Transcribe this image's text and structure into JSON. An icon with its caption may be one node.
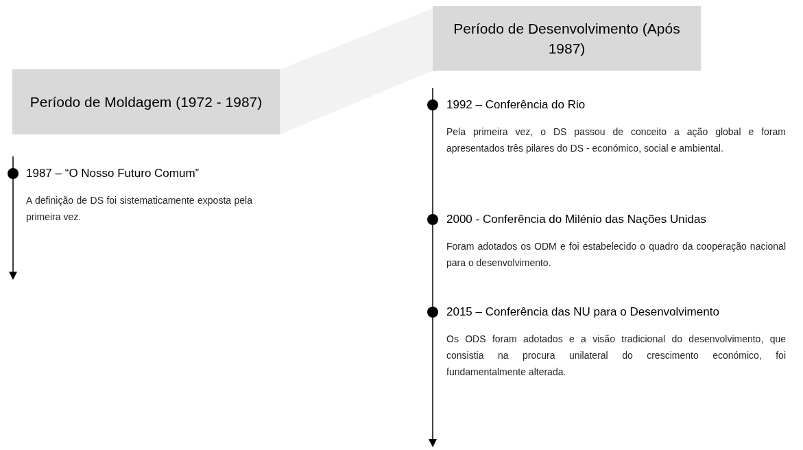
{
  "diagram": {
    "nodes": [
      {
        "text": [
          "Período de Moldagem (1972 - 1987)"
        ]
      },
      {
        "text": [
          "1987 – “O Nosso Futuro Comum”",
          "A definição de DS foi sistematicamente exposta pela primeira vez."
        ]
      },
      {
        "text": [
          "Período de Desenvolvimento (Após 1987)"
        ]
      },
      {
        "text": [
          "1992 – Conferência do Rio",
          "Pela primeira vez, o DS passou de conceito a ação global e foram apresentados três pilares do DS - económico, social e ambiental."
        ]
      },
      {
        "text": [
          "2000 - Conferência do Milénio das Nações Unidas",
          "Foram adotados os ODM e foi estabelecido o quadro da cooperação nacional para o desenvolvimento."
        ]
      },
      {
        "text": [
          "2015 – Conferência das NU para o Desenvolvimento",
          "Os ODS foram adotados e a visão tradicional do desenvolvimento, que consistia na procura unilateral do crescimento económico, foi fundamentalmente alterada."
        ]
      }
    ],
    "edges": [
      {
        "from": 0,
        "to": 2,
        "arrow": "none",
        "style": "thick",
        "color": "#f2f2f2"
      }
    ]
  }
}
